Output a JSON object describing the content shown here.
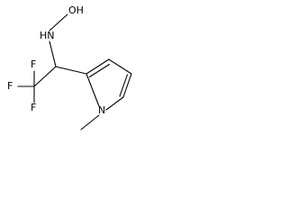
{
  "structure": {
    "atoms": {
      "oh": "OH",
      "nh": "HN",
      "f_top": "F",
      "f_left": "F",
      "f_bottom": "F",
      "n_ring": "N"
    }
  }
}
